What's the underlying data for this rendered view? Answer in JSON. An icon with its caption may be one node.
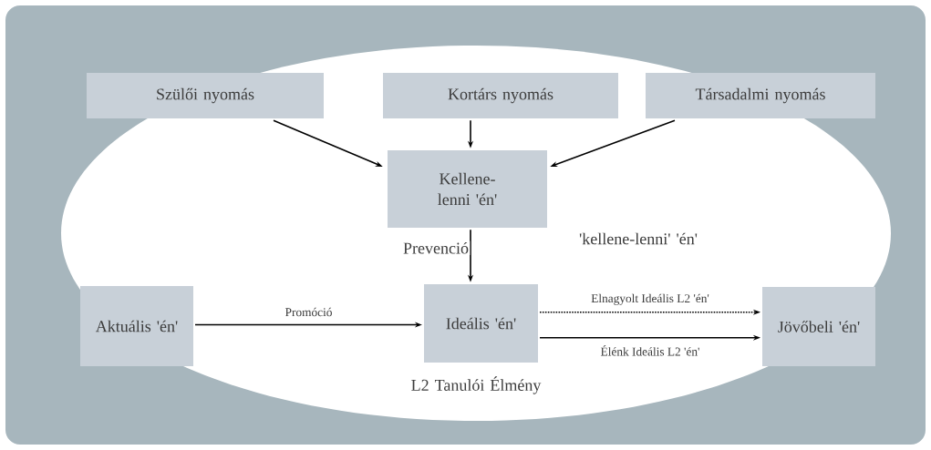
{
  "diagram": {
    "nodes": [
      {
        "text": [
          "Szülői nyomás"
        ]
      },
      {
        "text": [
          "Kortárs nyomás"
        ]
      },
      {
        "text": [
          "Társadalmi nyomás"
        ]
      },
      {
        "text": [
          "Kellene-lenni 'én'"
        ]
      },
      {
        "text": [
          "Aktuális 'én'"
        ]
      },
      {
        "text": [
          "Ideális 'én'"
        ]
      },
      {
        "text": [
          "Jövőbeli 'én'"
        ]
      }
    ],
    "edges": [
      {
        "from": 0,
        "to": 3,
        "arrow": "to"
      },
      {
        "from": 1,
        "to": 3,
        "arrow": "to"
      },
      {
        "from": 2,
        "to": 3,
        "arrow": "to"
      },
      {
        "from": 3,
        "to": 5,
        "arrow": "to",
        "label": "Prevenció"
      },
      {
        "from": 4,
        "to": 5,
        "arrow": "to",
        "label": "Promóció"
      },
      {
        "from": 5,
        "to": 6,
        "arrow": "to",
        "label": "Elnagyolt Ideális L2 'én'",
        "style": "dashed"
      },
      {
        "from": 5,
        "to": 6,
        "arrow": "to",
        "label": "Élénk Ideális L2 'én'"
      }
    ],
    "labels": [
      "'kellene-lenni' 'én'",
      "L2 Tanulói Élmény"
    ]
  }
}
